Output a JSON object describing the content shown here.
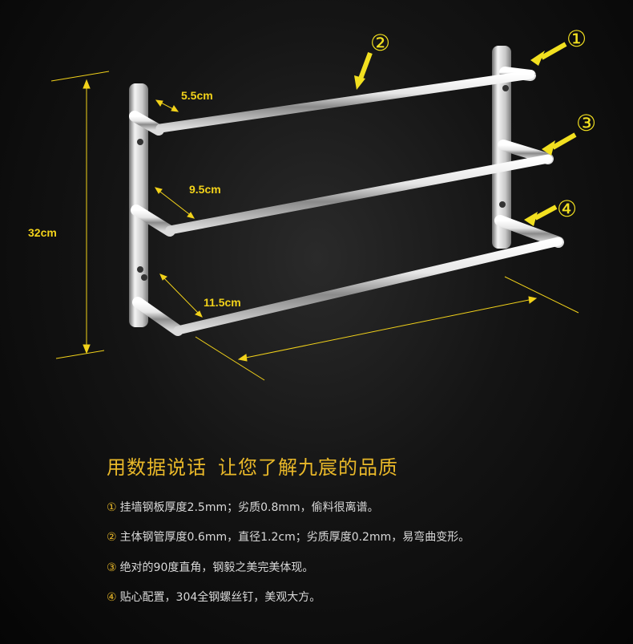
{
  "dimensions": {
    "height": "32cm",
    "top_bar_depth": "5.5cm",
    "middle_bar_depth": "9.5cm",
    "bottom_bar_depth": "11.5cm"
  },
  "markers": {
    "m1": "①",
    "m2": "②",
    "m3": "③",
    "m4": "④"
  },
  "colors": {
    "accent_yellow": "#f2e020",
    "headline": "#e9b829",
    "text": "#d9d9d9"
  },
  "headline": {
    "part1": "用数据说话",
    "part2": "让您了解九宸的品质"
  },
  "specs": [
    {
      "marker": "①",
      "text": "挂墙钢板厚度2.5mm；劣质0.8mm，偷料很离谱。"
    },
    {
      "marker": "②",
      "text": "主体钢管厚度0.6mm，直径1.2cm；劣质厚度0.2mm，易弯曲变形。"
    },
    {
      "marker": "③",
      "text": "绝对的90度直角，钢毅之美完美体现。"
    },
    {
      "marker": "④",
      "text": "贴心配置，304全钢螺丝钉，美观大方。"
    }
  ]
}
